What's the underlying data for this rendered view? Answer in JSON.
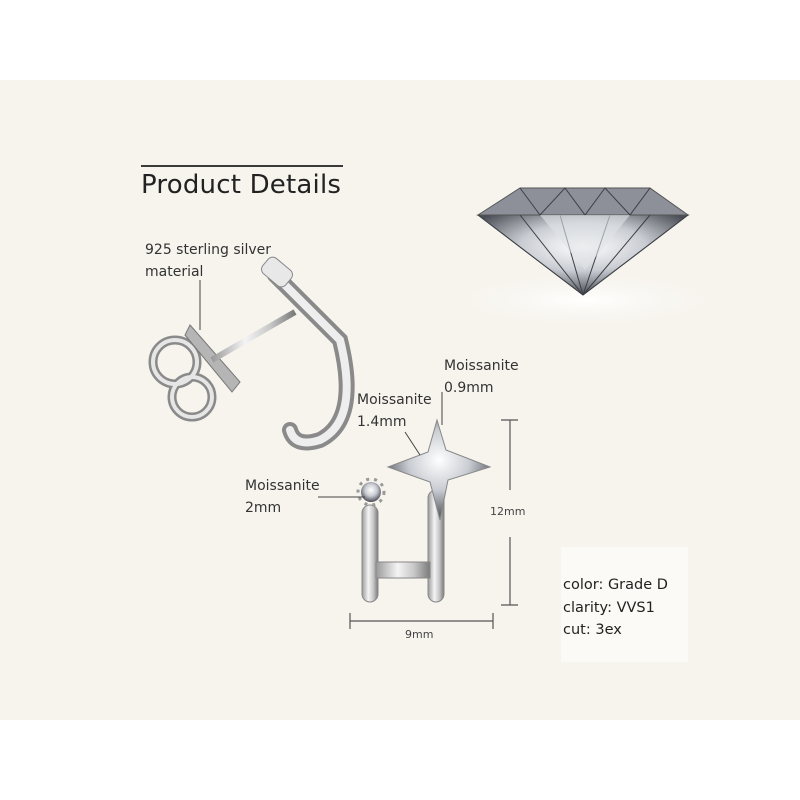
{
  "header": {
    "title": "Product Details"
  },
  "callouts": {
    "material": [
      "925 sterling silver",
      "material"
    ],
    "stone_top": [
      "Moissanite",
      "0.9mm"
    ],
    "stone_mid": [
      "Moissanite",
      "1.4mm"
    ],
    "stone_left": [
      "Moissanite",
      "2mm"
    ]
  },
  "dimensions": {
    "height": "12mm",
    "width": "9mm"
  },
  "specs": [
    "color: Grade D",
    "clarity: VVS1",
    "cut: 3ex"
  ]
}
